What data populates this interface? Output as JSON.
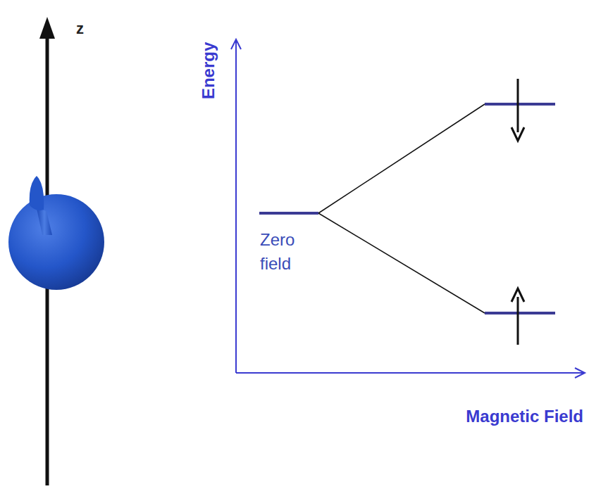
{
  "diagram": {
    "labels": [
      "z",
      "Energy",
      "Zero field",
      "Magnetic Field"
    ]
  }
}
